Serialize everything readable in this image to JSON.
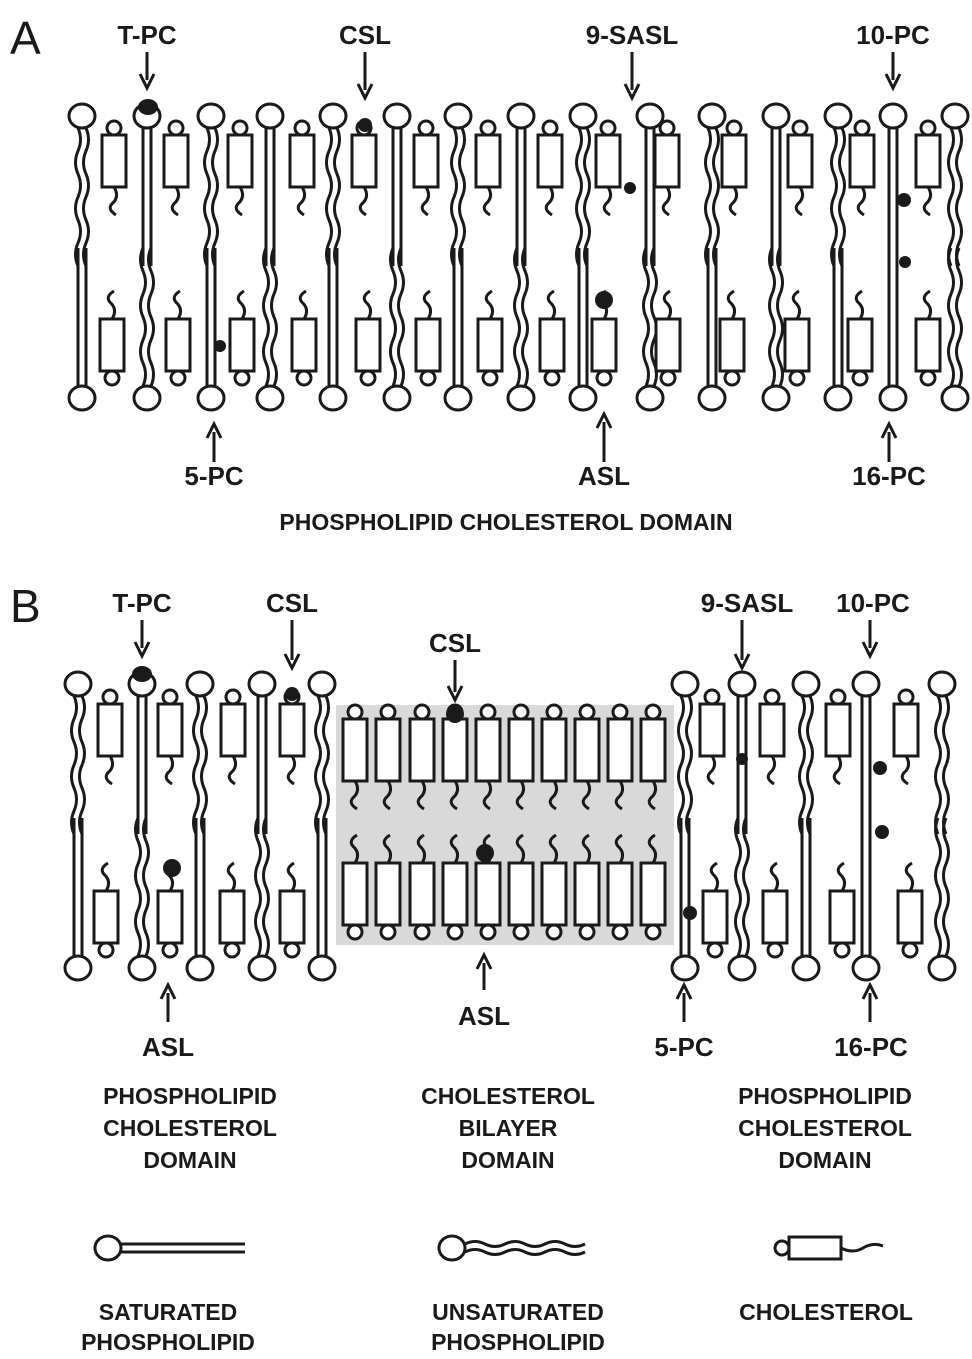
{
  "panel_a": {
    "letter": "A",
    "top_labels": [
      "T-PC",
      "CSL",
      "9-SASL",
      "10-PC"
    ],
    "bottom_labels": [
      "5-PC",
      "ASL",
      "16-PC"
    ],
    "domain_label": "PHOSPHOLIPID CHOLESTEROL DOMAIN"
  },
  "panel_b": {
    "letter": "B",
    "top_labels": [
      "T-PC",
      "CSL",
      "CSL",
      "9-SASL",
      "10-PC"
    ],
    "bottom_labels": [
      "ASL",
      "ASL",
      "5-PC",
      "16-PC"
    ],
    "domains": [
      {
        "lines": [
          "PHOSPHOLIPID",
          "CHOLESTEROL",
          "DOMAIN"
        ]
      },
      {
        "lines": [
          "CHOLESTEROL",
          "BILAYER",
          "DOMAIN"
        ]
      },
      {
        "lines": [
          "PHOSPHOLIPID",
          "CHOLESTEROL",
          "DOMAIN"
        ]
      }
    ],
    "bilayer_shade_color": "#d9d9d9"
  },
  "legend": [
    {
      "icon": "saturated-phospholipid-icon",
      "lines": [
        "SATURATED",
        "PHOSPHOLIPID"
      ]
    },
    {
      "icon": "unsaturated-phospholipid-icon",
      "lines": [
        "UNSATURATED",
        "PHOSPHOLIPID"
      ]
    },
    {
      "icon": "cholesterol-icon",
      "lines": [
        "CHOLESTEROL"
      ]
    }
  ],
  "colors": {
    "ink": "#1a1a1a",
    "background": "#ffffff"
  }
}
